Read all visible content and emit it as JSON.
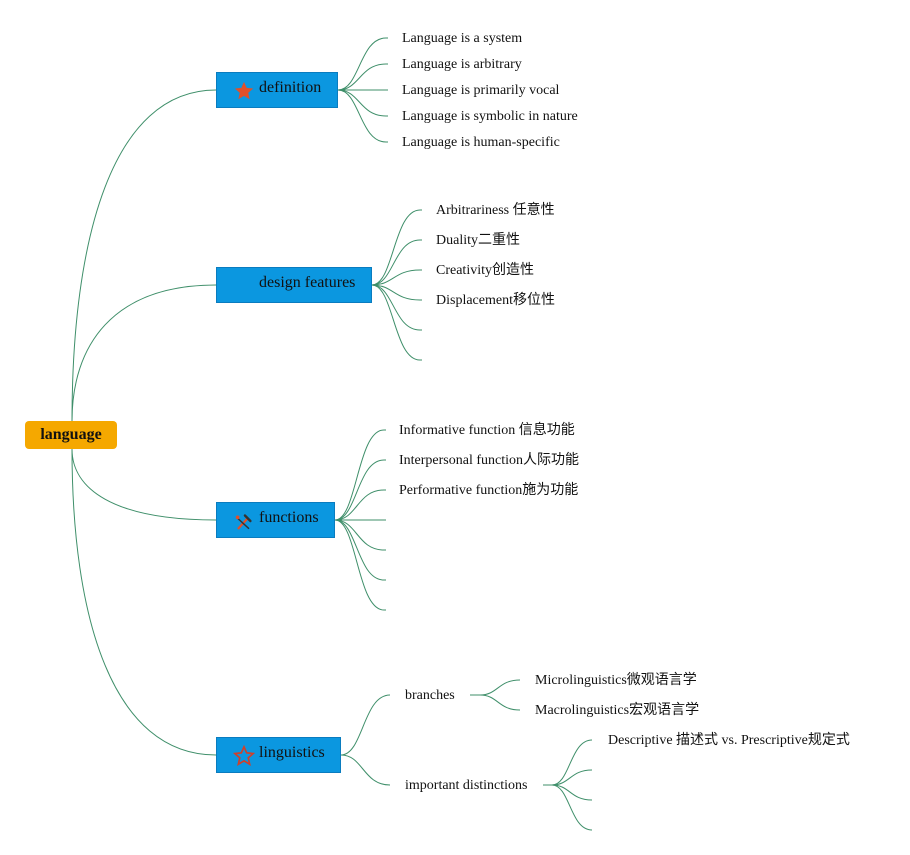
{
  "root": {
    "label": "language",
    "color": "#f5a800"
  },
  "colors": {
    "topic_fill": "#0b97e0",
    "connector": "#3f8f6a",
    "icon_red": "#e0502a"
  },
  "topics": [
    {
      "label": "definition",
      "icon": "filled-star-icon",
      "children": [
        "Language is a system",
        "Language is arbitrary",
        "Language is primarily vocal",
        "Language is symbolic in nature",
        "Language is human-specific"
      ]
    },
    {
      "label": "design features",
      "icon": "",
      "children": [
        "Arbitrariness 任意性",
        "Duality二重性",
        "Creativity创造性",
        "Displacement移位性",
        "",
        ""
      ]
    },
    {
      "label": "functions",
      "icon": "tools-icon",
      "children": [
        "Informative function 信息功能",
        "Interpersonal function人际功能",
        "Performative function施为功能",
        "",
        "",
        "",
        ""
      ]
    },
    {
      "label": "linguistics",
      "icon": "outline-star-icon",
      "branches": [
        {
          "label": "branches",
          "children": [
            "Microlinguistics微观语言学",
            "Macrolinguistics宏观语言学"
          ]
        },
        {
          "label": "important distinctions",
          "children": [
            "Descriptive 描述式 vs. Prescriptive规定式",
            "",
            "",
            ""
          ]
        }
      ]
    }
  ]
}
